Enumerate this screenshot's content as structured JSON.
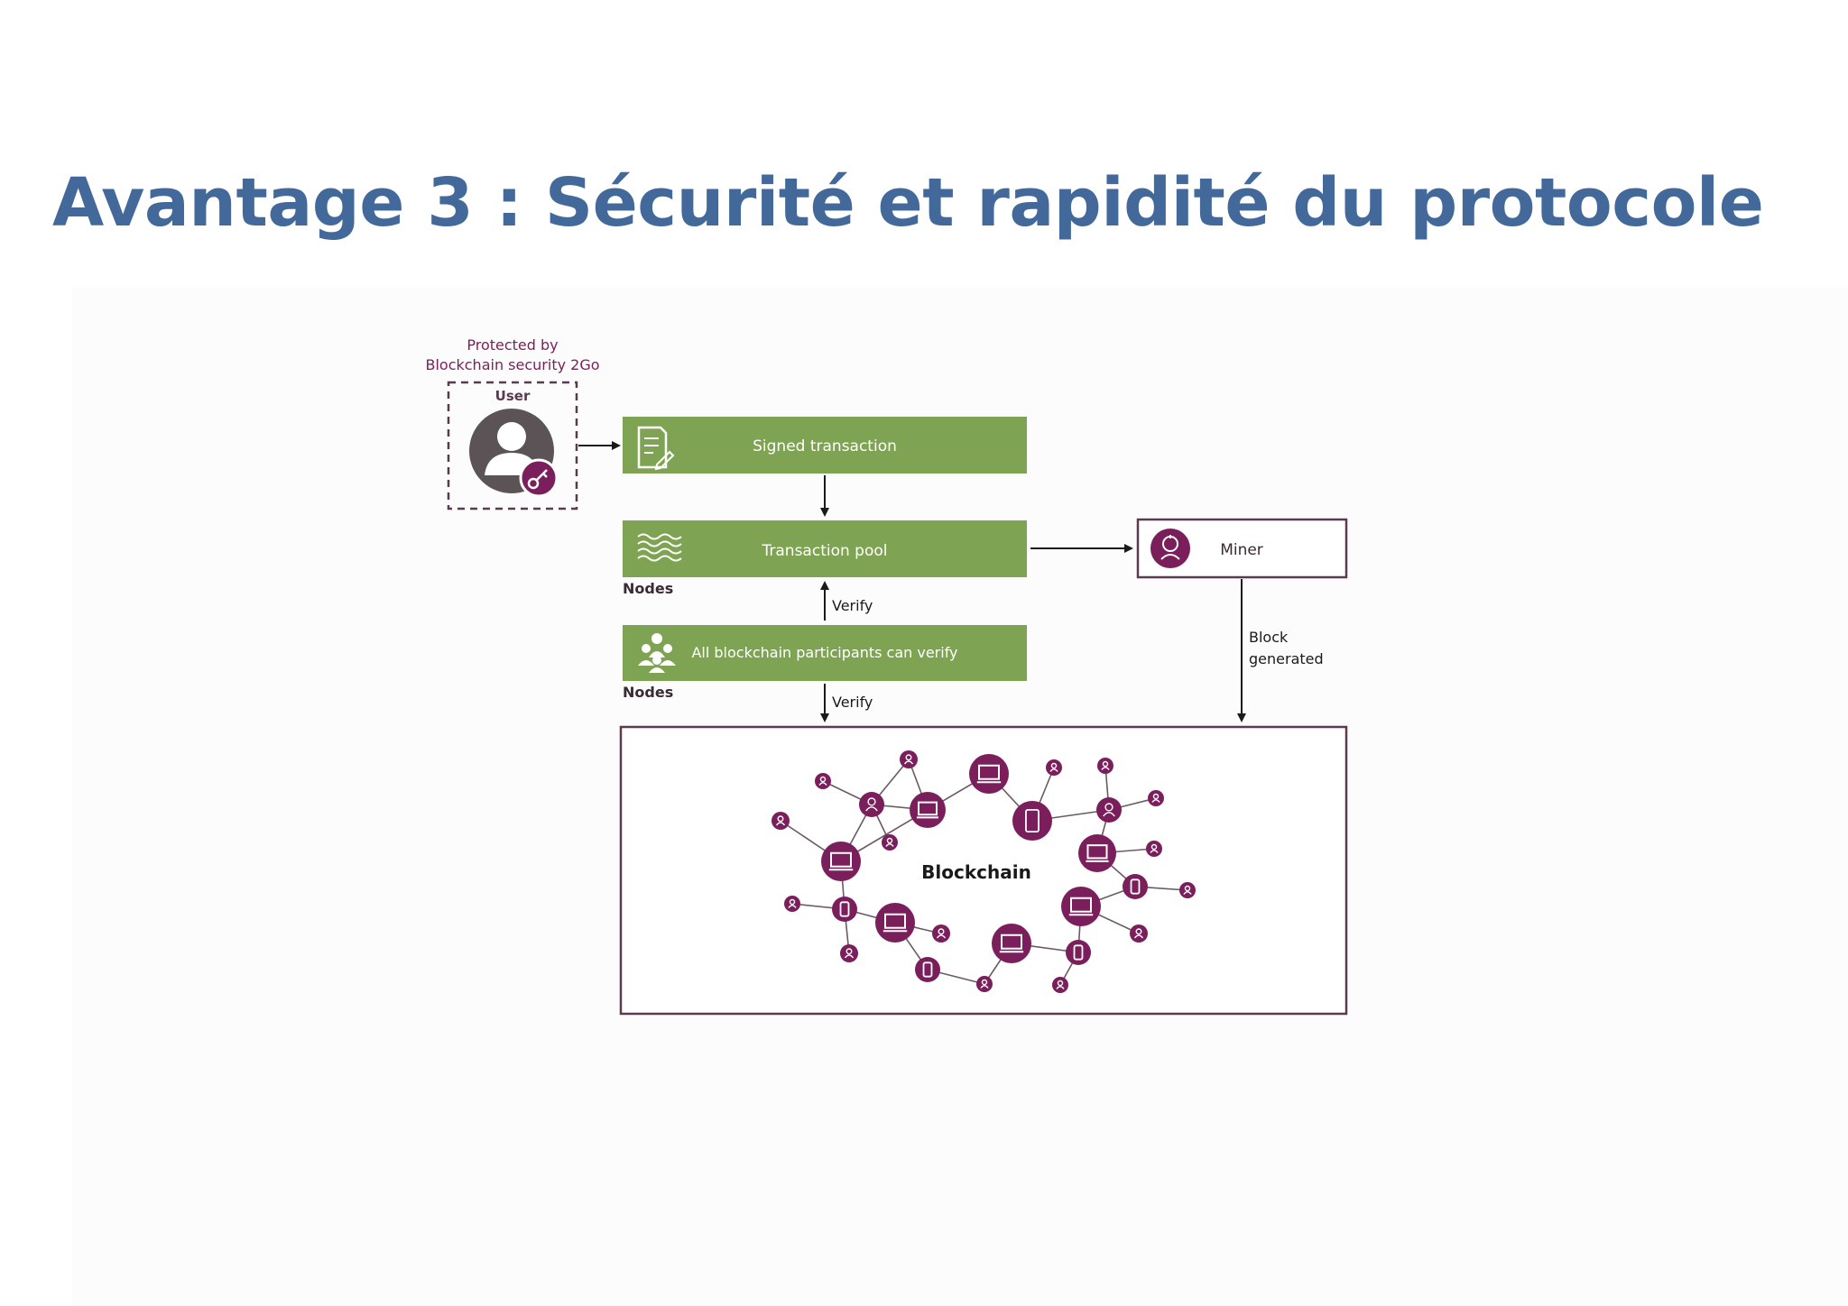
{
  "slide": {
    "title": "Avantage 3 : Sécurité et rapidité du protocole"
  },
  "diagram": {
    "protected_label_line1": "Protected by",
    "protected_label_line2": "Blockchain security 2Go",
    "user_label": "User",
    "signed_transaction": "Signed transaction",
    "transaction_pool": "Transaction pool",
    "participants_verify": "All blockchain participants can verify",
    "nodes_label_1": "Nodes",
    "nodes_label_2": "Nodes",
    "verify_label_1": "Verify",
    "verify_label_2": "Verify",
    "miner_label": "Miner",
    "block_generated_line1": "Block",
    "block_generated_line2": "generated",
    "blockchain_label": "Blockchain"
  },
  "colors": {
    "title": "#43699a",
    "box_green": "#7ea453",
    "accent_purple": "#7a1f5c",
    "user_gray": "#5b5355",
    "dark_text": "#3a2a33"
  },
  "icons": [
    "document-pen-icon",
    "waves-icon",
    "people-group-icon",
    "miner-icon",
    "user-avatar-icon",
    "key-icon",
    "computer-node-icon",
    "phone-node-icon",
    "person-node-icon"
  ]
}
